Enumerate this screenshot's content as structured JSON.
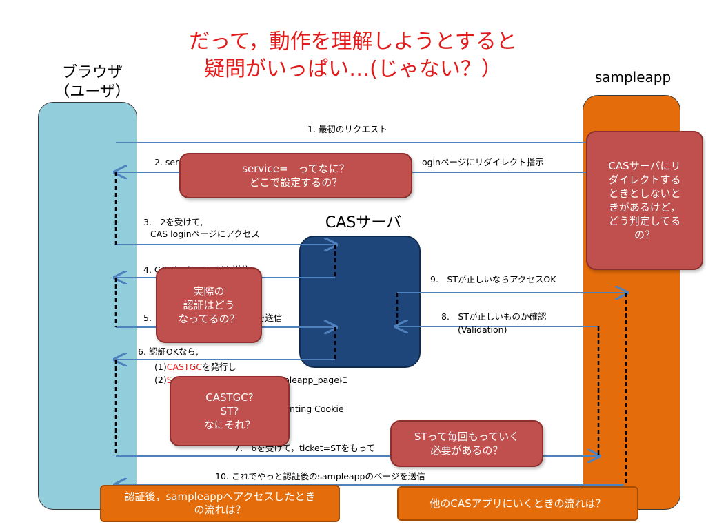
{
  "title": {
    "line1": "だって，動作を理解しようとすると",
    "line2": "疑問がいっぱい…(じゃない？）"
  },
  "lanes": {
    "browser_label": "ブラウザ\n（ユーザ）",
    "sampleapp_label": "sampleapp",
    "cas_label": "CASサーバ"
  },
  "messages": {
    "m1": "1. 最初のリクエスト",
    "m2a": "2. ser",
    "m2b": "oginページにリダイレクト指示",
    "m3a": "3.　2を受けて,",
    "m3b": "CAS loginページにアクセス",
    "m4": "4. CAS login ページを送信",
    "m5a": "5.",
    "m5b": "を送信",
    "m6a": "6. 認証OKなら,",
    "m6b_prefix": "(1)",
    "m6b_red": "CASTGC",
    "m6b_suffix": "を発行し",
    "m6c_prefix": "(2)",
    "m6c_red": "S",
    "m6c_suffix": "mpleapp_pageに",
    "m6d": "nting Cookie",
    "m7": "7.　6を受けて，ticket=STをもって",
    "m8a": "8.　STが正しいものか確認",
    "m8b": "(Validation)",
    "m9": "9.　STが正しいならアクセスOK",
    "m10": "10. これでやっと認証後のsampleappのページを送信"
  },
  "bubbles": {
    "service": "service=　ってなに？\nどこで設定するの？",
    "cas_redirect": "CASサーバにリ\nダイレクトする\nときとしないと\nきがあるけど，\nどう判定してる\nの？",
    "auth": "実際の\n認証はどう\nなってるの？",
    "castgc": "CASTGC?\nST?\nなにそれ？",
    "st_each": "STって毎回もっていく\n必要があるの？"
  },
  "notes": {
    "after_auth": "認証後，sampleappへアクセスしたとき\nの流れは？",
    "other_cas": "他のCASアプリにいくときの流れは？"
  },
  "colors": {
    "title": "#e31a1a",
    "browser_lane": "#92cddc",
    "sampleapp_lane": "#e46c0a",
    "cas_server": "#1f467a",
    "bubble": "#c0504d",
    "note": "#e46c0a",
    "arrow": "#4f81bd"
  }
}
